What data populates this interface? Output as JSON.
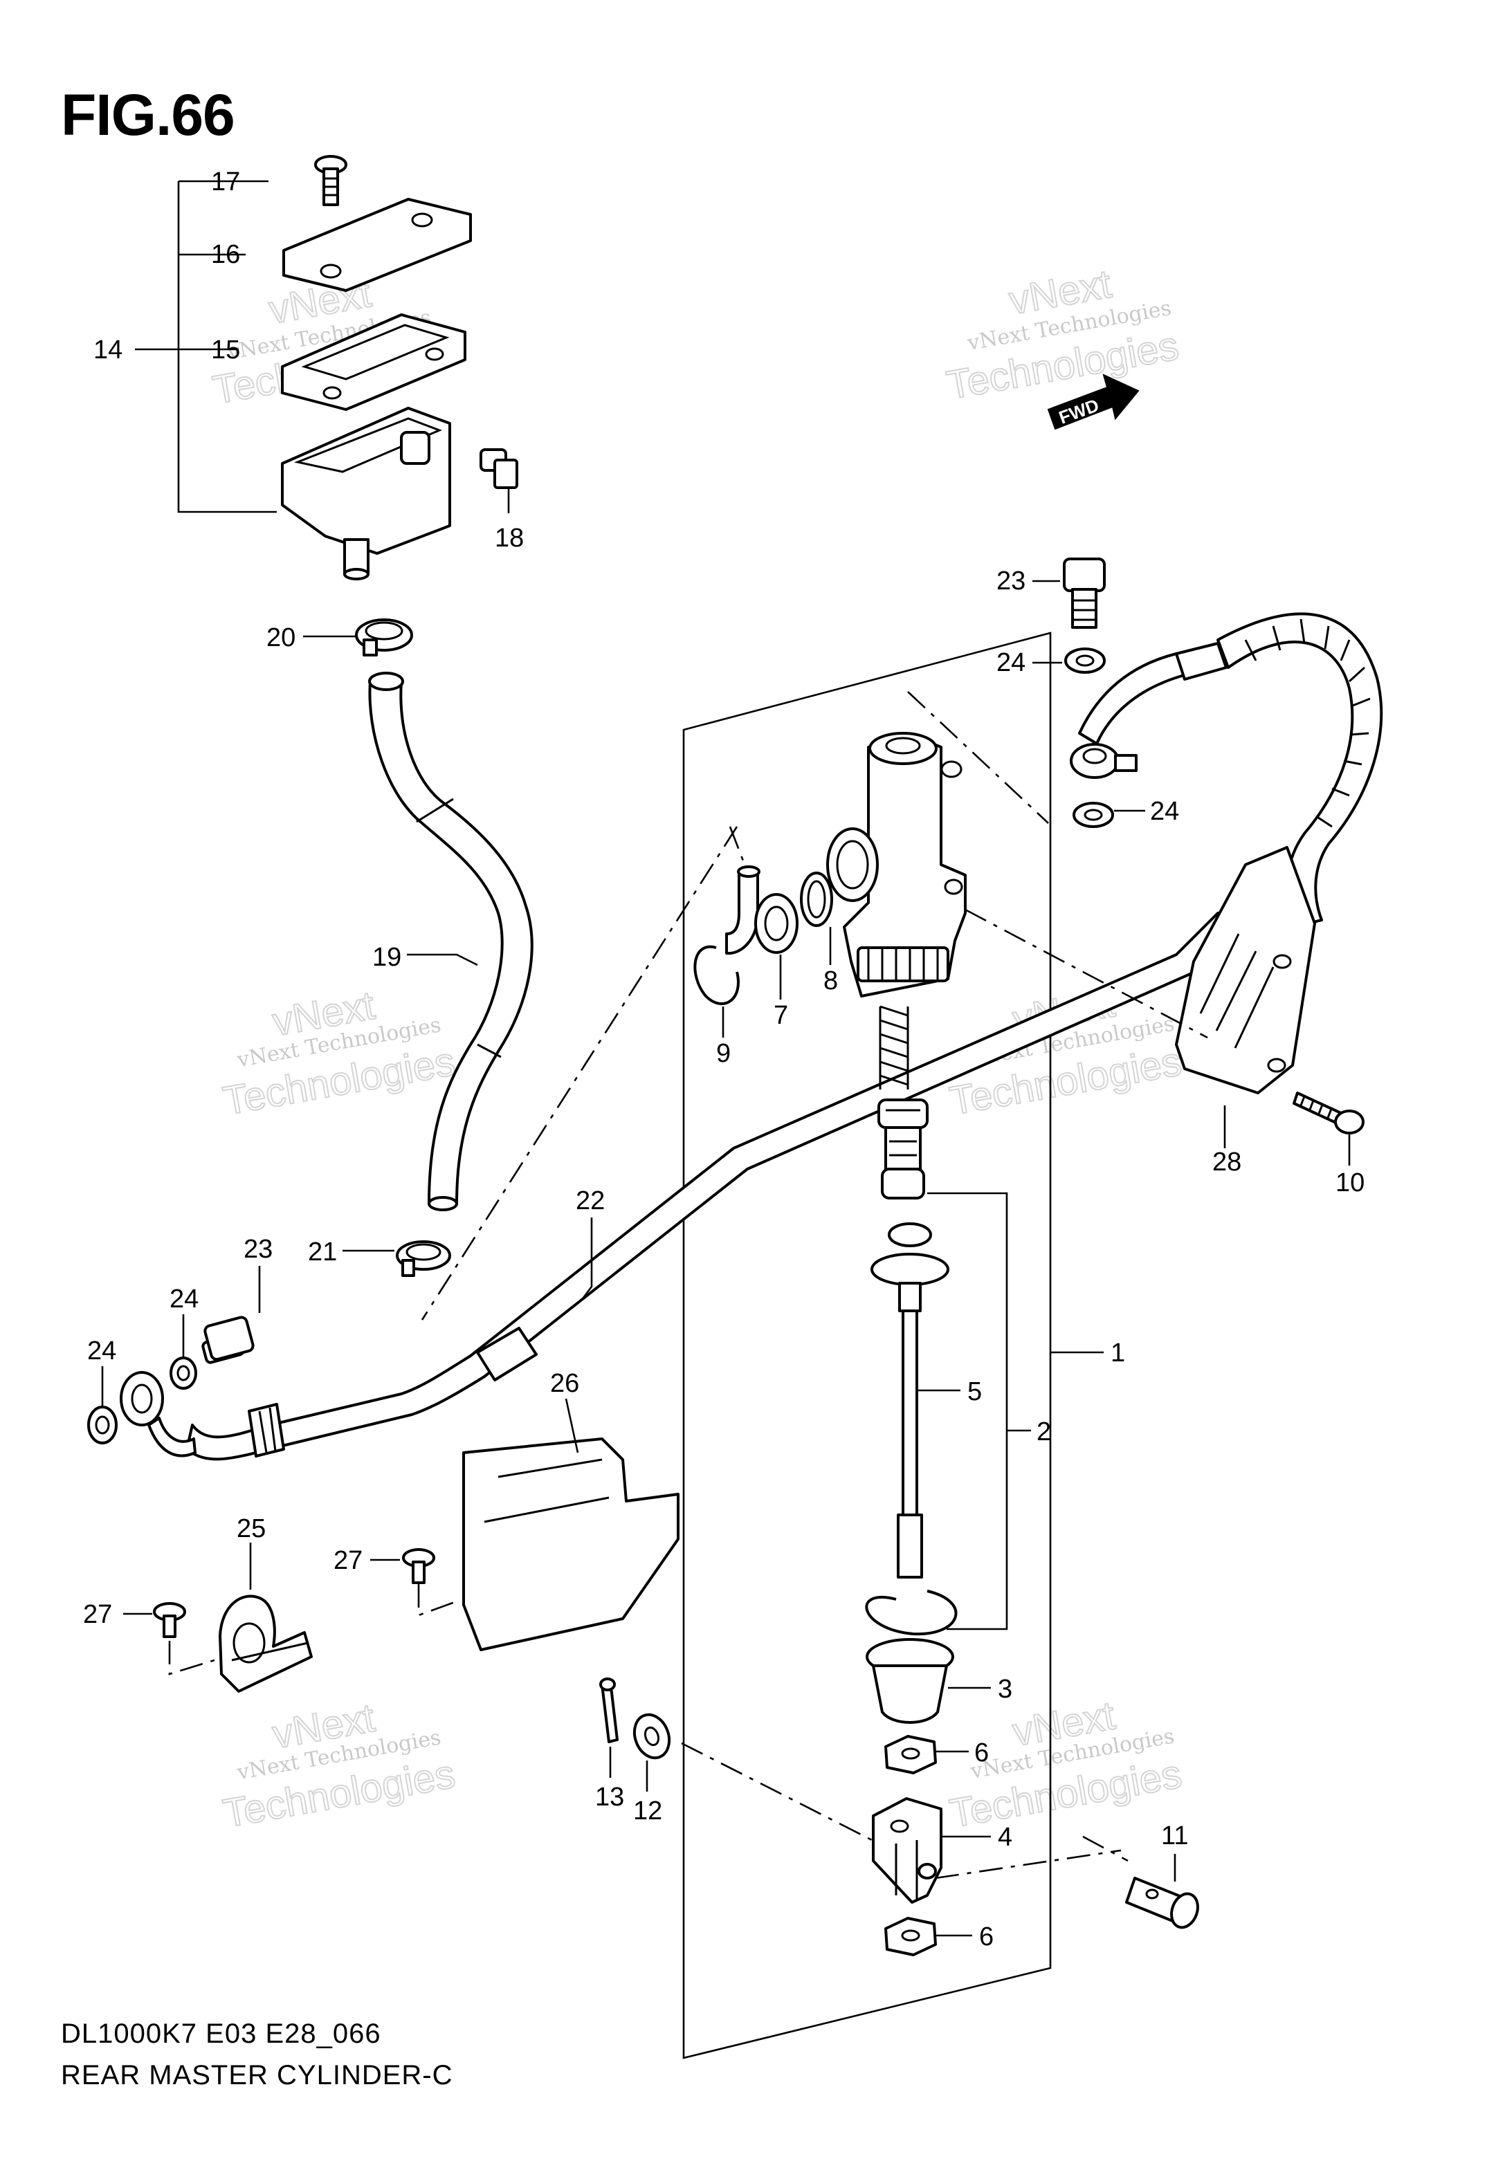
{
  "figure": {
    "title": "FIG.66",
    "model_code": "DL1000K7  E03  E28_066",
    "assembly_name": "REAR MASTER CYLINDER-C",
    "direction_marker": "FWD"
  },
  "watermark": {
    "line1": "vNext Technologies",
    "line2": "vNext",
    "line3": "Technologies"
  },
  "callouts": [
    {
      "ref": "17"
    },
    {
      "ref": "16"
    },
    {
      "ref": "14"
    },
    {
      "ref": "15"
    },
    {
      "ref": "18"
    },
    {
      "ref": "20"
    },
    {
      "ref": "19"
    },
    {
      "ref": "21"
    },
    {
      "ref": "22"
    },
    {
      "ref": "23"
    },
    {
      "ref": "24"
    },
    {
      "ref": "24"
    },
    {
      "ref": "26"
    },
    {
      "ref": "25"
    },
    {
      "ref": "27"
    },
    {
      "ref": "27"
    },
    {
      "ref": "13"
    },
    {
      "ref": "12"
    },
    {
      "ref": "23"
    },
    {
      "ref": "24"
    },
    {
      "ref": "24"
    },
    {
      "ref": "28"
    },
    {
      "ref": "10"
    },
    {
      "ref": "9"
    },
    {
      "ref": "7"
    },
    {
      "ref": "8"
    },
    {
      "ref": "1"
    },
    {
      "ref": "5"
    },
    {
      "ref": "2"
    },
    {
      "ref": "3"
    },
    {
      "ref": "6"
    },
    {
      "ref": "4"
    },
    {
      "ref": "6"
    },
    {
      "ref": "11"
    }
  ]
}
